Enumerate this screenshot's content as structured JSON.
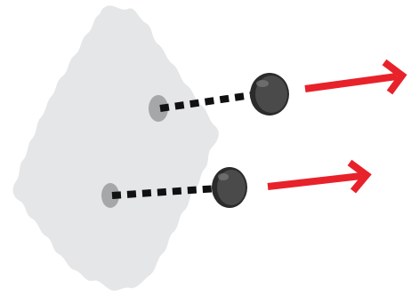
{
  "diagram": {
    "colors": {
      "surface": "#e5e6e8",
      "hole": "#a6a7a9",
      "connector": "#111111",
      "button_dark": "#2b2b2b",
      "button_mid": "#4a4a4a",
      "button_highlight": "#7a7a7a",
      "arrow": "#e8222a"
    },
    "elements": [
      {
        "id": "upper",
        "hole": "hole",
        "connector": "dotted-line",
        "button": "button-icon",
        "arrow": "arrow-right-icon"
      },
      {
        "id": "lower",
        "hole": "hole",
        "connector": "dotted-line",
        "button": "button-icon",
        "arrow": "arrow-right-icon"
      }
    ]
  }
}
